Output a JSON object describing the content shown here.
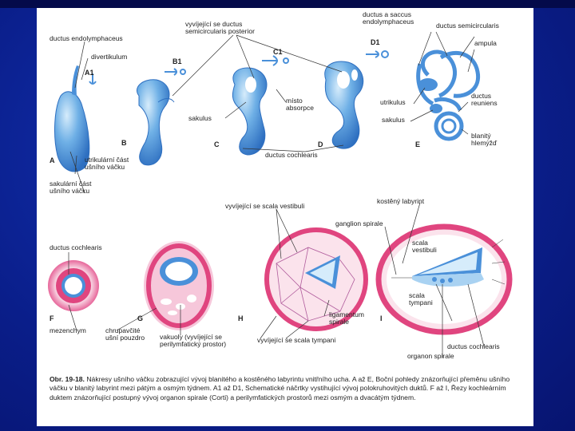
{
  "labels": {
    "ductus_endolymphaceus": "ductus endolymphaceus",
    "divertikulum": "divertikulum",
    "a1": "A1",
    "b1": "B1",
    "c1": "C1",
    "d1": "D1",
    "vyvijejici_semicircularis": "vyvíjející se ductus\nsemicircularis posterior",
    "ductus_saccus": "ductus a saccus\nendolymphaceus",
    "ductus_semicircularis": "ductus semicircularis",
    "ampula": "ampula",
    "misto_absorpce": "místo\nabsorpce",
    "sakulus_1": "sakulus",
    "utrikulus": "utrikulus",
    "sakulus_2": "sakulus",
    "ductus_reuniens": "ductus\nreuniens",
    "blanity_hlemyzd": "blanitý\nhlemýžď",
    "utrikularni": "utrikulární část\nušního váčku",
    "sakularni": "sakulární část\nušního váčku",
    "ductus_cochlearis_top": "ductus cochlearis",
    "a": "A",
    "b": "B",
    "c": "C",
    "d": "D",
    "e": "E",
    "vyvijejici_vestibuli": "vyvíjející se scala vestibuli",
    "kostenny_labyrint": "kostěný labyrint",
    "ganglion_spirale": "ganglion spirale",
    "ductus_cochlearis_f": "ductus cochlearis",
    "scala_vestibuli": "scala\nvestibuli",
    "scala_tympani": "scala\ntympani",
    "ligamentum_spirale": "ligamentum\nspirale",
    "f": "F",
    "g": "G",
    "h": "H",
    "i": "I",
    "mezenchym": "mezenchym",
    "chrupavcite": "chrupavčité\nušní pouzdro",
    "vakuoly": "vakuoly (vyvíjející se\nperilymfatický prostor)",
    "vyvijejici_tympani": "vyvíjející se scala tympani",
    "ductus_cochlearis_i": "ductus cochlearis",
    "organon_spirale": "organon spirale"
  },
  "caption": {
    "number": "Obr. 19-18.",
    "text": "Nákresy ušního váčku zobrazující vývoj blanitého a kostěného labyrintu vnitřního ucha. A až E, Boční pohledy znázorňující přeměnu ušního váčku v blanitý labyrint mezi pátým a osmým týdnem. A1 až D1, Schematické náčrtky vystihující vývoj polokruhovitých duktů. F až I, Řezy kochleárním duktem znázorňující postupný vývoj organon spirale (Corti) a perilymfatických prostorů mezi osmým a dvacátým týdnem."
  },
  "colors": {
    "background": "#0b1f8c",
    "structure_blue": "#4a90d9",
    "structure_light": "#a9d2f2",
    "membrane_pink": "#e0457f",
    "membrane_light": "#f6c7da"
  }
}
